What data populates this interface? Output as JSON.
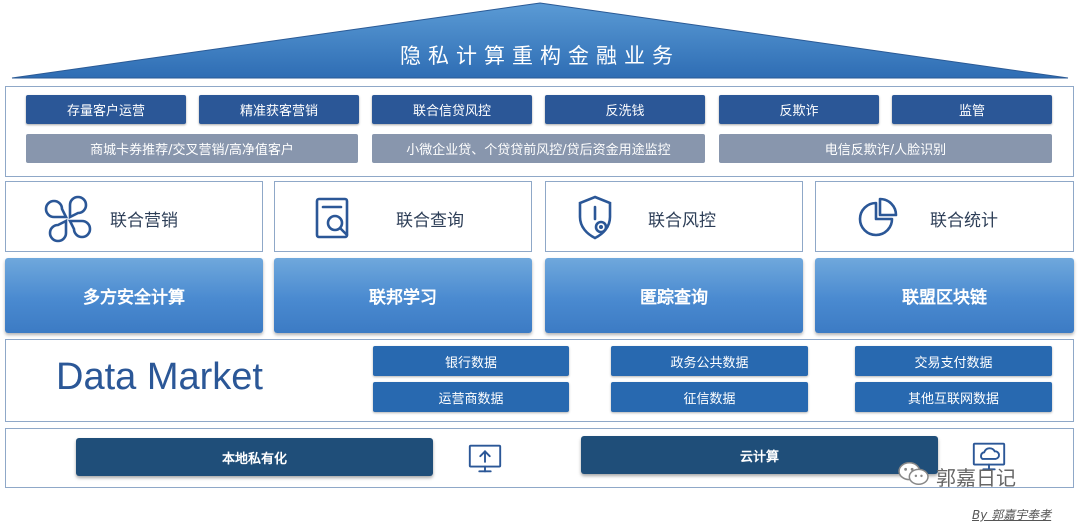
{
  "roof": {
    "title": "隐私计算重构金融业务"
  },
  "business": {
    "row1": [
      "存量客户运营",
      "精准获客营销",
      "联合信贷风控",
      "反洗钱",
      "反欺诈",
      "监管"
    ],
    "row2": [
      "商城卡券推荐/交叉营销/高净值客户",
      "小微企业贷、个贷贷前风控/贷后资金用途监控",
      "电信反欺诈/人脸识别"
    ]
  },
  "features": [
    {
      "label": "联合营销",
      "icon": "clover-grid-icon"
    },
    {
      "label": "联合查询",
      "icon": "document-search-icon"
    },
    {
      "label": "联合风控",
      "icon": "shield-alert-icon"
    },
    {
      "label": "联合统计",
      "icon": "pie-chart-icon"
    }
  ],
  "tech": [
    "多方安全计算",
    "联邦学习",
    "匿踪查询",
    "联盟区块链"
  ],
  "data_market": {
    "title": "Data Market",
    "sources": [
      "银行数据",
      "运营商数据",
      "政务公共数据",
      "征信数据",
      "交易支付数据",
      "其他互联网数据"
    ]
  },
  "deploy": {
    "local": "本地私有化",
    "local_icon": "monitor-upload-icon",
    "cloud": "云计算",
    "cloud_icon": "cloud-monitor-icon"
  },
  "watermark": {
    "text": "郭嘉日记",
    "icon": "wechat-icon"
  },
  "author": "By 郭嘉宇奉孝",
  "colors": {
    "primary": "#2b5797",
    "accent": "#4a8ad0",
    "grey": "#8896ad",
    "deploy": "#1f4e79"
  }
}
